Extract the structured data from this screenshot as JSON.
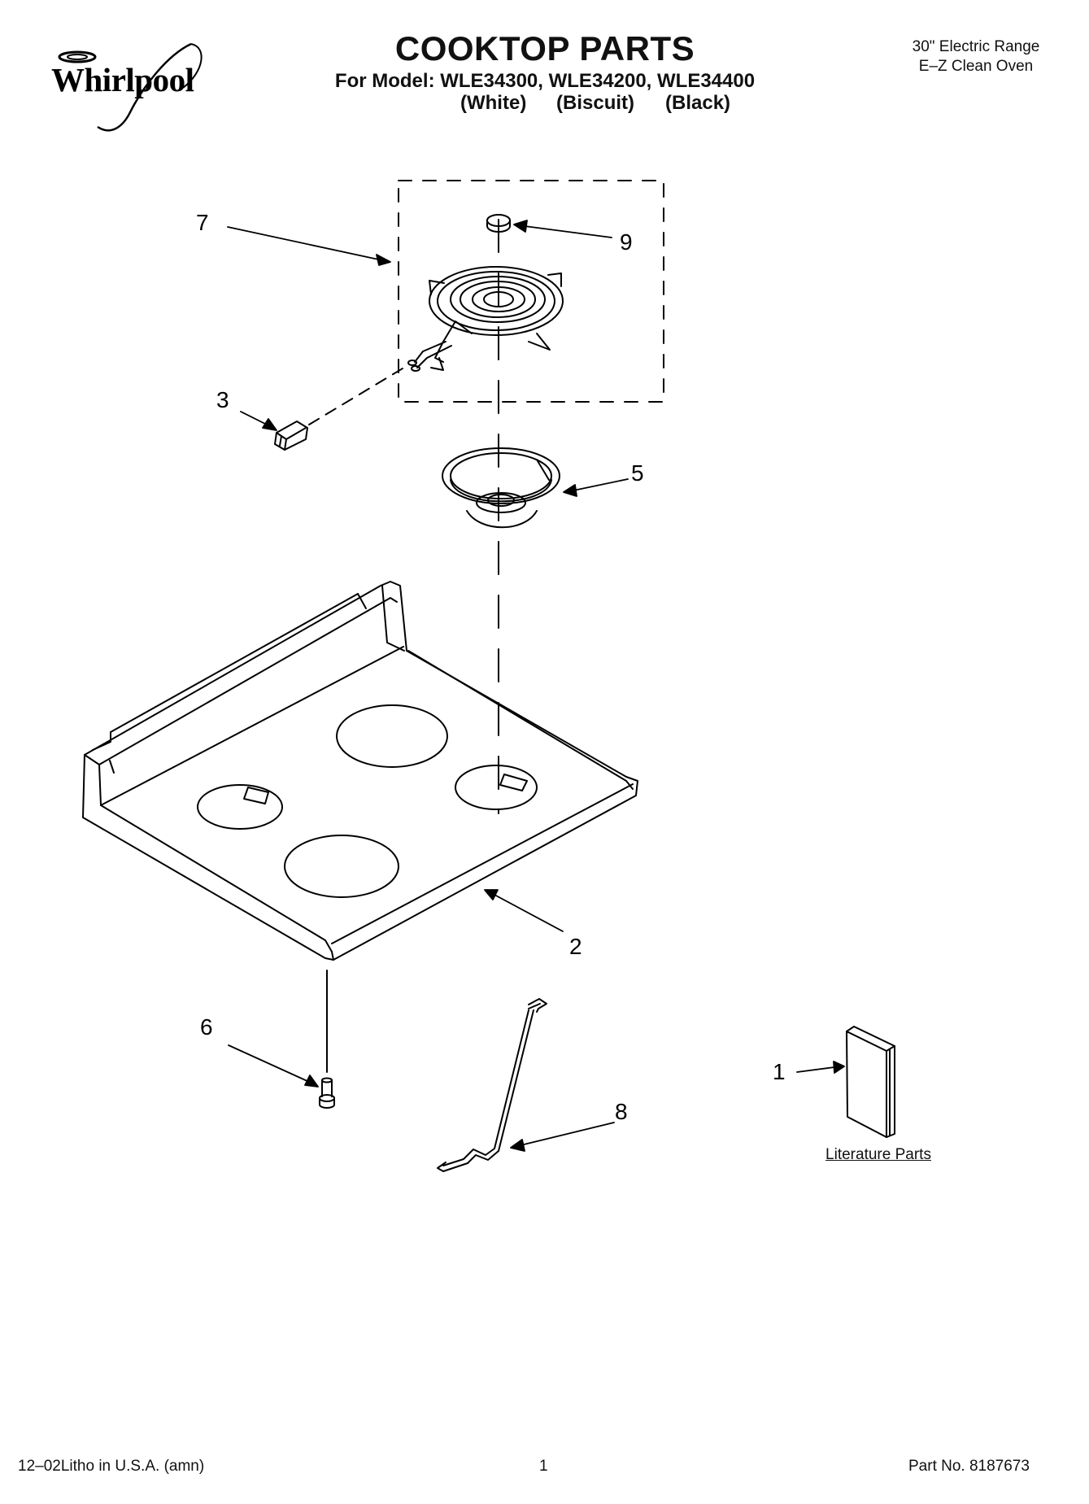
{
  "header": {
    "brand": "Whirlpool",
    "title": "COOKTOP PARTS",
    "model_line": "For Model: WLE34300, WLE34200, WLE34400",
    "variants": [
      "(White)",
      "(Biscuit)",
      "(Black)"
    ],
    "spec_line1": "30\" Electric Range",
    "spec_line2": "E–Z Clean Oven"
  },
  "callouts": {
    "c1": "1",
    "c2": "2",
    "c3": "3",
    "c5": "5",
    "c6": "6",
    "c7": "7",
    "c8": "8",
    "c9": "9"
  },
  "labels": {
    "literature": "Literature Parts"
  },
  "footer": {
    "left": "12–02Litho in U.S.A. (amn)",
    "center": "1",
    "right": "Part No. 8187673"
  }
}
